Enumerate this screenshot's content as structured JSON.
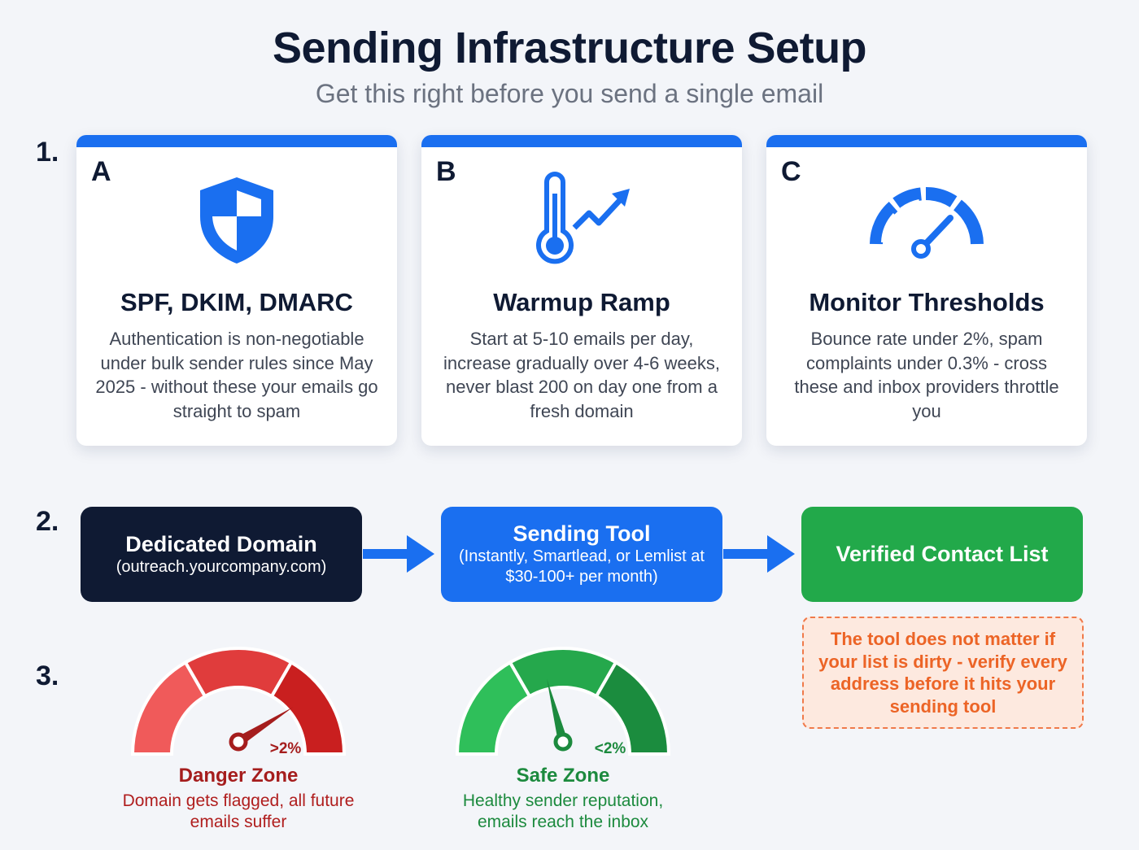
{
  "header": {
    "title": "Sending Infrastructure Setup",
    "subtitle": "Get this right before you send a single email"
  },
  "steps": [
    "1.",
    "2.",
    "3."
  ],
  "cards": [
    {
      "letter": "A",
      "icon": "shield-icon",
      "title": "SPF, DKIM, DMARC",
      "description": "Authentication is non-negotiable under bulk sender rules since May 2025 - without these your emails go straight to spam"
    },
    {
      "letter": "B",
      "icon": "thermometer-trend-icon",
      "title": "Warmup Ramp",
      "description": "Start at 5-10 emails per day, increase gradually over 4-6 weeks, never blast 200 on day one from a fresh domain"
    },
    {
      "letter": "C",
      "icon": "speedometer-icon",
      "title": "Monitor Thresholds",
      "description": "Bounce rate under 2%, spam complaints under 0.3% - cross these and inbox providers throttle you"
    }
  ],
  "flow": [
    {
      "title": "Dedicated Domain",
      "sub": "(outreach.yourcompany.com)",
      "color": "#0f1a33"
    },
    {
      "title": "Sending Tool",
      "sub": "(Instantly, Smartlead, or Lemlist at $30-100+ per month)",
      "color": "#1a6ff0"
    },
    {
      "title": "Verified Contact List",
      "sub": "",
      "color": "#22a94a"
    }
  ],
  "warning": "The tool does not matter if your list is dirty - verify every address before it hits your sending tool",
  "gauges": [
    {
      "label": ">2%",
      "title": "Danger Zone",
      "description": "Domain gets flagged, all future emails suffer",
      "colors": [
        "#f05a5a",
        "#e03c3c",
        "#c91f1f"
      ],
      "title_color": "#a51d1d",
      "needle_value": 0.82
    },
    {
      "label": "<2%",
      "title": "Safe Zone",
      "description": "Healthy sender reputation, emails reach the inbox",
      "colors": [
        "#2fbf5a",
        "#25a84c",
        "#1b8c3e"
      ],
      "title_color": "#1c8a3e",
      "needle_value": 0.42
    }
  ],
  "accent": "#1a6ff0"
}
